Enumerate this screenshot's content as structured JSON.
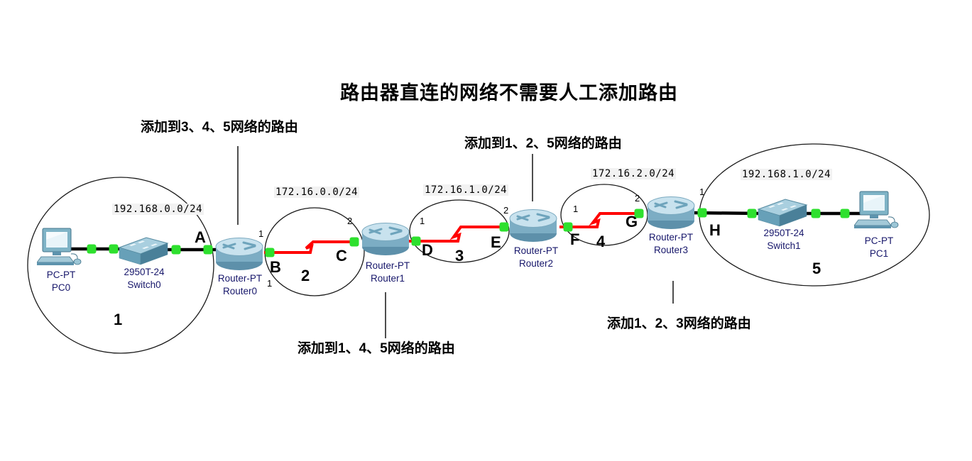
{
  "title": "路由器直连的网络不需要人工添加路由",
  "annotations": {
    "router0": "添加到3、4、5网络的路由",
    "router1": "添加到1、4、5网络的路由",
    "router2": "添加到1、2、5网络的路由",
    "router3": "添加1、2、3网络的路由"
  },
  "networks": [
    {
      "number": "1",
      "cidr": "192.168.0.0/24"
    },
    {
      "number": "2",
      "cidr": "172.16.0.0/24"
    },
    {
      "number": "3",
      "cidr": "172.16.1.0/24"
    },
    {
      "number": "4",
      "cidr": "172.16.2.0/24"
    },
    {
      "number": "5",
      "cidr": "192.168.1.0/24"
    }
  ],
  "devices": [
    {
      "model": "PC-PT",
      "name": "PC0"
    },
    {
      "model": "2950T-24",
      "name": "Switch0"
    },
    {
      "model": "Router-PT",
      "name": "Router0"
    },
    {
      "model": "Router-PT",
      "name": "Router1"
    },
    {
      "model": "Router-PT",
      "name": "Router2"
    },
    {
      "model": "Router-PT",
      "name": "Router3"
    },
    {
      "model": "2950T-24",
      "name": "Switch1"
    },
    {
      "model": "PC-PT",
      "name": "PC1"
    }
  ],
  "connection_points": [
    "A",
    "B",
    "C",
    "D",
    "E",
    "F",
    "G",
    "H"
  ],
  "port_numbers": [
    "1",
    "1",
    "2",
    "1",
    "2",
    "1",
    "2",
    "1"
  ],
  "colors": {
    "serial_link": "#ff0000",
    "ethernet_link": "#000000",
    "link_status_up": "#2ee02e",
    "device_teal": "#5d93ad"
  }
}
